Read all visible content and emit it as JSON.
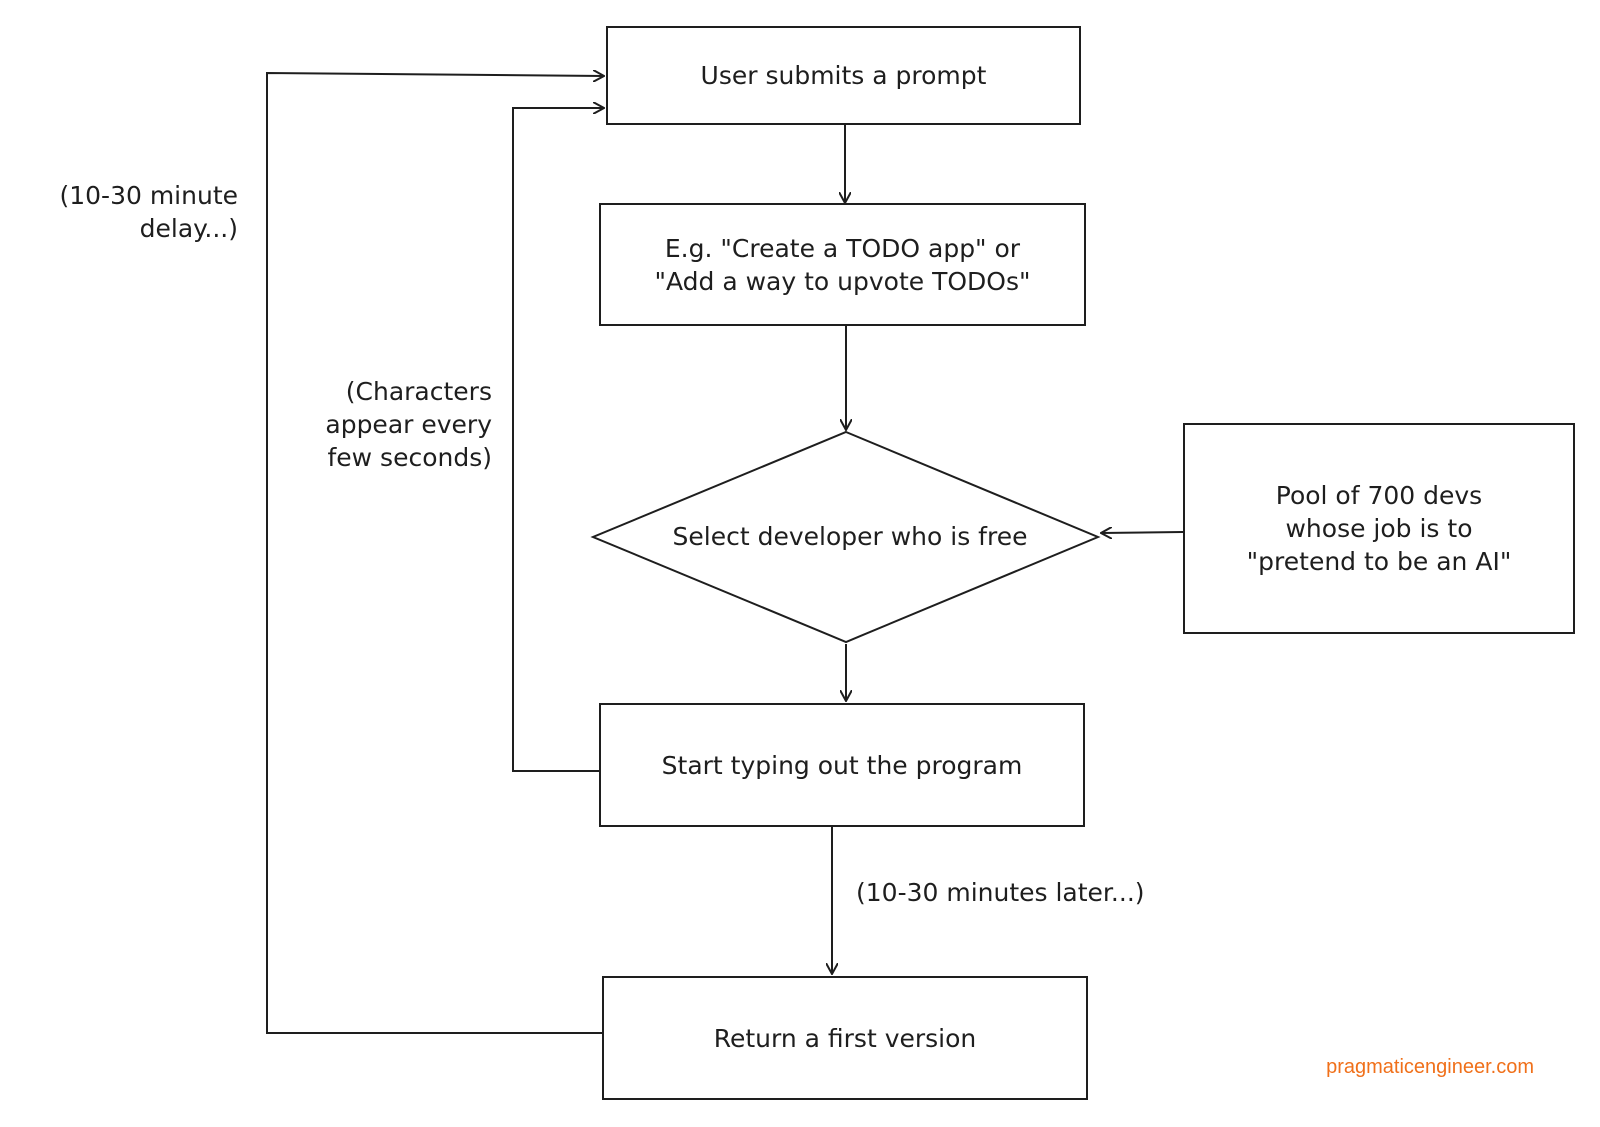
{
  "nodes": {
    "prompt": "User submits a prompt",
    "example": "E.g. \"Create a TODO app\" or\n\"Add a way to upvote TODOs\"",
    "decision": "Select developer who is free",
    "pool": "Pool of 700 devs\nwhose job is to\n\"pretend to be an AI\"",
    "typing": "Start typing out the program",
    "result": "Return a first version"
  },
  "annotations": {
    "delay": "(10-30 minute\ndelay...)",
    "characters": "(Characters\nappear every\nfew seconds)",
    "later": "(10-30 minutes later...)"
  },
  "watermark": "pragmaticengineer.com",
  "colors": {
    "stroke": "#1e1e1e",
    "watermark": "#f0701a"
  }
}
